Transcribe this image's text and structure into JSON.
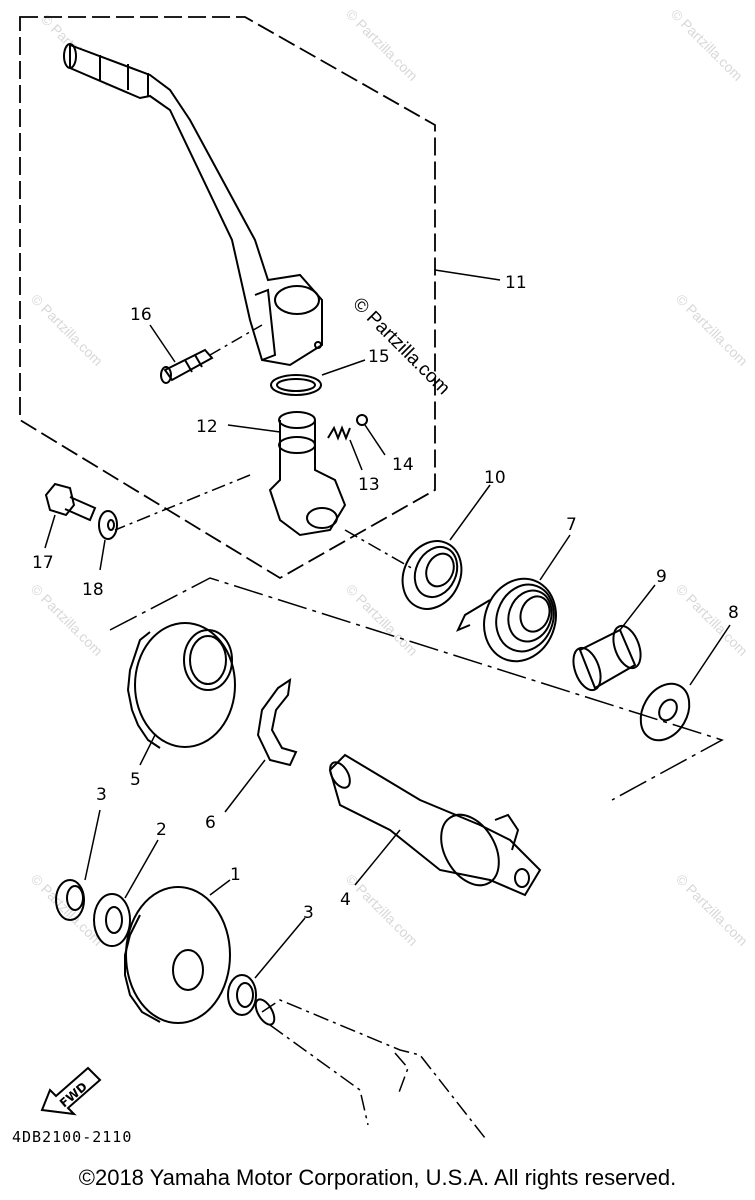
{
  "watermark": {
    "text": "© Partzilla.com",
    "center_text": "© Partzilla.com"
  },
  "callouts": {
    "p1": "1",
    "p2": "2",
    "p3a": "3",
    "p3b": "3",
    "p4": "4",
    "p5": "5",
    "p6": "6",
    "p7": "7",
    "p8": "8",
    "p9": "9",
    "p10": "10",
    "p11": "11",
    "p12": "12",
    "p13": "13",
    "p14": "14",
    "p15": "15",
    "p16": "16",
    "p17": "17",
    "p18": "18"
  },
  "fwd_label": "FWD",
  "diagram_code": "4DB2100-2110",
  "copyright": "©2018 Yamaha Motor Corporation, U.S.A. All rights reserved."
}
